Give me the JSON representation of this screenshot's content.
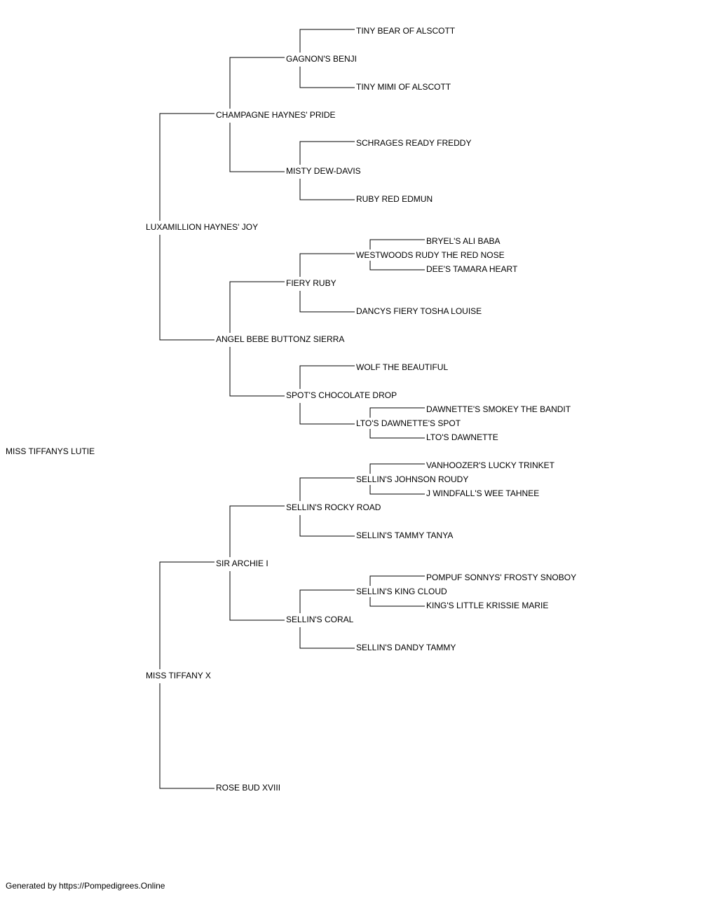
{
  "pedigree": {
    "subject": "MISS TIFFANYS LUTIE",
    "sire": "LUXAMILLION HAYNES' JOY",
    "dam": "MISS TIFFANY X",
    "sire_sire": "CHAMPAGNE HAYNES' PRIDE",
    "sire_dam": "ANGEL BEBE BUTTONZ SIERRA",
    "dam_sire": "SIR ARCHIE I",
    "dam_dam": "ROSE BUD XVIII",
    "sss": "GAGNON'S BENJI",
    "ssd": "MISTY DEW-DAVIS",
    "sds": "FIERY RUBY",
    "sdd": "SPOT'S CHOCOLATE DROP",
    "dss": "SELLIN'S ROCKY ROAD",
    "dsd": "SELLIN'S CORAL",
    "ssss": "TINY BEAR OF ALSCOTT",
    "sssd": "TINY MIMI OF ALSCOTT",
    "ssds": "SCHRAGES READY FREDDY",
    "ssdd": "RUBY RED EDMUN",
    "sdss": "WESTWOODS RUDY THE RED NOSE",
    "sdsd": "DANCYS FIERY TOSHA LOUISE",
    "sdds": "WOLF THE BEAUTIFUL",
    "sddd": "LTO'S DAWNETTE'S SPOT",
    "dsss": "SELLIN'S JOHNSON ROUDY",
    "dssd": "SELLIN'S TAMMY TANYA",
    "dsds": "SELLIN'S KING CLOUD",
    "dsdd": "SELLIN'S DANDY TAMMY",
    "sdsss": "BRYEL'S ALI BABA",
    "sdssd": "DEE'S TAMARA HEART",
    "sddds": "DAWNETTE'S SMOKEY THE BANDIT",
    "sdddd": "LTO'S DAWNETTE",
    "dssss": "VANHOOZER'S LUCKY TRINKET",
    "dsssd": "J WINDFALL'S WEE TAHNEE",
    "dsdss": "POMPUF SONNYS' FROSTY SNOBOY",
    "dsdsd": "KING'S LITTLE KRISSIE MARIE"
  },
  "footer": "Generated by https://Pompedigrees.Online"
}
